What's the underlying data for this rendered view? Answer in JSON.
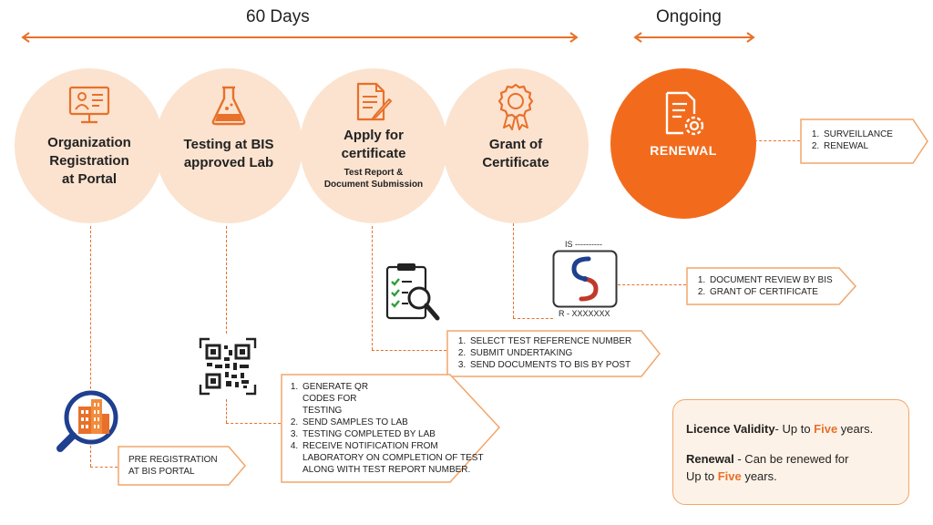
{
  "timeline": {
    "days_label": "60 Days",
    "ongoing_label": "Ongoing"
  },
  "steps": [
    {
      "title": "Organization Registration at Portal",
      "lines": [
        "Organization",
        "Registration",
        "at Portal"
      ],
      "icon": "computer-user-icon"
    },
    {
      "title": "Testing at BIS approved Lab",
      "lines": [
        "Testing at BIS",
        "approved Lab"
      ],
      "icon": "lab-flask-icon"
    },
    {
      "title": "Apply for certificate",
      "lines": [
        "Apply for",
        "certificate"
      ],
      "sub_lines": [
        "Test Report &",
        "Document Submission"
      ],
      "icon": "document-pen-icon"
    },
    {
      "title": "Grant of Certificate",
      "lines": [
        "Grant of",
        "Certificate"
      ],
      "icon": "award-badge-icon"
    },
    {
      "title": "RENEWAL",
      "icon": "document-gear-icon"
    }
  ],
  "callouts": {
    "renewal": [
      "SURVEILLANCE",
      "RENEWAL"
    ],
    "grant": [
      "DOCUMENT REVIEW BY BIS",
      "GRANT OF CERTIFICATE"
    ],
    "apply": [
      "SELECT TEST REFERENCE NUMBER",
      "SUBMIT UNDERTAKING",
      "SEND DOCUMENTS TO BIS BY POST"
    ],
    "testing": [
      "GENERATE QR CODES FOR TESTING",
      "SEND SAMPLES TO LAB",
      "TESTING COMPLETED BY LAB",
      "RECEIVE NOTIFICATION FROM LABORATORY ON COMPLETION OF TEST ALONG WITH TEST REPORT NUMBER."
    ],
    "registration": [
      "PRE REGISTRATION",
      "AT BIS PORTAL"
    ]
  },
  "certificate": {
    "top_label": "IS ----------",
    "bottom_label": "R - XXXXXXX"
  },
  "info": {
    "validity_bold": "Licence Validity",
    "validity_text": "- Up to ",
    "validity_number": "Five",
    "validity_end": " years.",
    "renewal_bold": "Renewal",
    "renewal_text": " - Can be renewed for",
    "renewal_text2": "Up to ",
    "renewal_number": "Five",
    "renewal_end": " years."
  },
  "colors": {
    "accent": "#e8702a",
    "circle_fill": "#fbe3cf",
    "renewal_fill": "#f26b1d"
  }
}
